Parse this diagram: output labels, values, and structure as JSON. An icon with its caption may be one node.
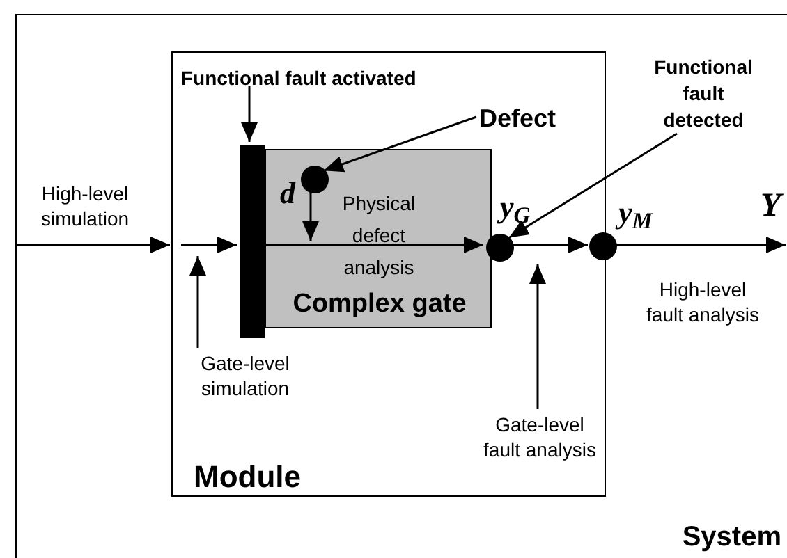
{
  "diagram": {
    "nodes": [
      {
        "text": [
          "System"
        ]
      },
      {
        "text": [
          "Module"
        ],
        "in": 0
      },
      {
        "text": [
          "Functional fault activated"
        ],
        "in": 1
      },
      {
        "text": [
          "Defect"
        ],
        "in": 1
      },
      {
        "text": [
          "Functional fault detected"
        ],
        "in": 0
      },
      {
        "text": [],
        "shape": "bar",
        "in": 1
      },
      {
        "text": [
          "Physical defect analysis",
          "Complex gate"
        ],
        "in": 1
      },
      {
        "text": [],
        "shape": "circle",
        "in": 6,
        "beside": [
          "d"
        ]
      },
      {
        "text": [],
        "shape": "circle",
        "in": 1,
        "beside": [
          "y$_{G}$"
        ]
      },
      {
        "text": [],
        "shape": "circle",
        "in": 0,
        "beside": [
          "y$_{M}$"
        ]
      },
      {
        "text": [
          "Gate-level simulation"
        ],
        "in": 1
      },
      {
        "text": [
          "Gate-level fault analysis"
        ],
        "in": 1
      }
    ],
    "edges": [
      {
        "from": 0,
        "to": 1,
        "arrow": "to",
        "label": "High-level simulation"
      },
      {
        "from": 1,
        "to": 5,
        "arrow": "to"
      },
      {
        "from": 10,
        "to": null,
        "arrow": "to"
      },
      {
        "from": 2,
        "to": 5,
        "arrow": "to"
      },
      {
        "from": 3,
        "to": 7,
        "arrow": "to"
      },
      {
        "from": 7,
        "to": null,
        "arrow": "to"
      },
      {
        "from": 5,
        "to": 8,
        "arrow": "to"
      },
      {
        "from": 4,
        "to": 8,
        "arrow": "to"
      },
      {
        "from": 8,
        "to": 9,
        "arrow": "to"
      },
      {
        "from": 11,
        "to": 8,
        "arrow": "to"
      },
      {
        "from": 9,
        "to": null,
        "arrow": "to"
      }
    ],
    "labels": [
      "Y",
      "High-level fault analysis"
    ]
  }
}
